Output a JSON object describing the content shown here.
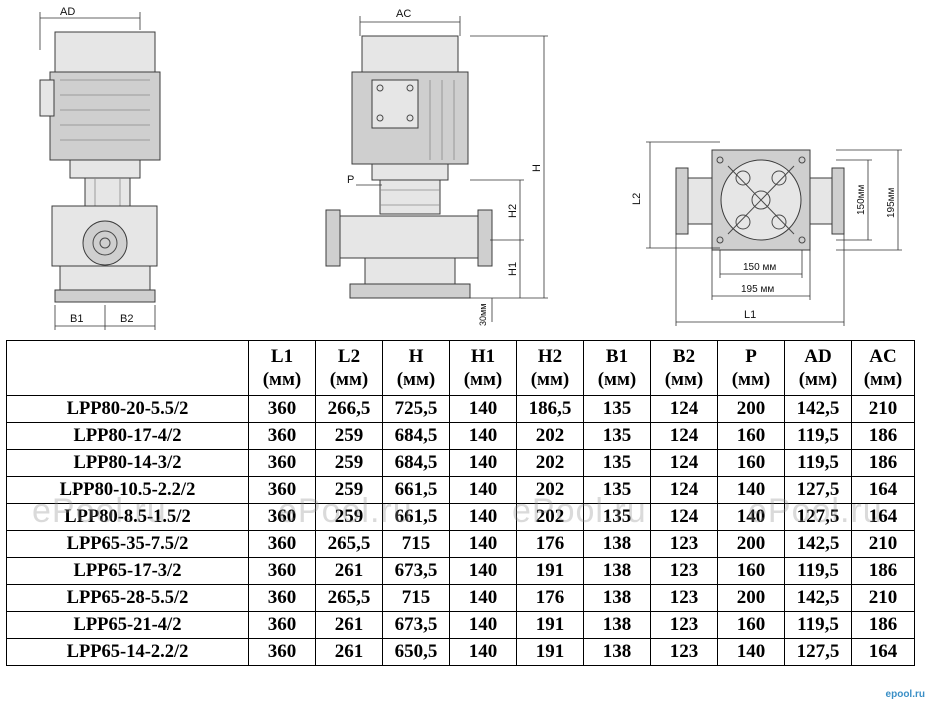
{
  "drawing_labels": {
    "ad": "AD",
    "ac": "AC",
    "h": "H",
    "h1": "H1",
    "h2": "H2",
    "p": "P",
    "b1": "B1",
    "b2": "B2",
    "l1": "L1",
    "l2": "L2",
    "dim_30": "30мм",
    "dim_150_horizontal": "150 мм",
    "dim_195_horizontal": "195 мм",
    "dim_150_vertical": "150мм",
    "dim_195_vertical": "195мм"
  },
  "table": {
    "headers": [
      {
        "name": "L1",
        "unit": "(мм)"
      },
      {
        "name": "L2",
        "unit": "(мм)"
      },
      {
        "name": "H",
        "unit": "(мм)"
      },
      {
        "name": "H1",
        "unit": "(мм)"
      },
      {
        "name": "H2",
        "unit": "(мм)"
      },
      {
        "name": "B1",
        "unit": "(мм)"
      },
      {
        "name": "B2",
        "unit": "(мм)"
      },
      {
        "name": "P",
        "unit": "(мм)"
      },
      {
        "name": "AD",
        "unit": "(мм)"
      },
      {
        "name": "AC",
        "unit": "(мм)"
      }
    ],
    "rows": [
      [
        "LPP80-20-5.5/2",
        "360",
        "266,5",
        "725,5",
        "140",
        "186,5",
        "135",
        "124",
        "200",
        "142,5",
        "210"
      ],
      [
        "LPP80-17-4/2",
        "360",
        "259",
        "684,5",
        "140",
        "202",
        "135",
        "124",
        "160",
        "119,5",
        "186"
      ],
      [
        "LPP80-14-3/2",
        "360",
        "259",
        "684,5",
        "140",
        "202",
        "135",
        "124",
        "160",
        "119,5",
        "186"
      ],
      [
        "LPP80-10.5-2.2/2",
        "360",
        "259",
        "661,5",
        "140",
        "202",
        "135",
        "124",
        "140",
        "127,5",
        "164"
      ],
      [
        "LPP80-8.5-1.5/2",
        "360",
        "259",
        "661,5",
        "140",
        "202",
        "135",
        "124",
        "140",
        "127,5",
        "164"
      ],
      [
        "LPP65-35-7.5/2",
        "360",
        "265,5",
        "715",
        "140",
        "176",
        "138",
        "123",
        "200",
        "142,5",
        "210"
      ],
      [
        "LPP65-17-3/2",
        "360",
        "261",
        "673,5",
        "140",
        "191",
        "138",
        "123",
        "160",
        "119,5",
        "186"
      ],
      [
        "LPP65-28-5.5/2",
        "360",
        "265,5",
        "715",
        "140",
        "176",
        "138",
        "123",
        "200",
        "142,5",
        "210"
      ],
      [
        "LPP65-21-4/2",
        "360",
        "261",
        "673,5",
        "140",
        "191",
        "138",
        "123",
        "160",
        "119,5",
        "186"
      ],
      [
        "LPP65-14-2.2/2",
        "360",
        "261",
        "650,5",
        "140",
        "191",
        "138",
        "123",
        "140",
        "127,5",
        "164"
      ]
    ]
  },
  "watermark": "ePool.ru",
  "logo": "epool.ru"
}
